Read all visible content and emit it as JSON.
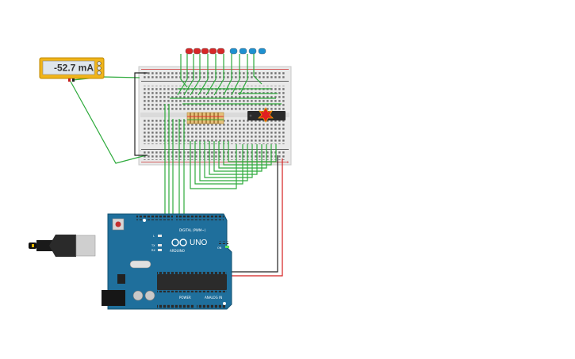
{
  "multimeter": {
    "reading": "-52.7 mA",
    "color": "#f0b41a"
  },
  "arduino": {
    "model": "UNO",
    "brand": "ARDUINO",
    "digital_label": "DIGITAL (PWM~)",
    "power_label": "POWER",
    "analog_label": "ANALOG IN",
    "tx_label": "TX",
    "rx_label": "RX",
    "l_label": "L",
    "on_label": "ON",
    "board_color": "#1f6f9c"
  },
  "breadboard": {
    "plus_symbol": "+",
    "minus_symbol": "-"
  },
  "leds": {
    "colors": [
      "#d62828",
      "#d62828",
      "#d62828",
      "#d62828",
      "#d62828",
      "#1e90d0",
      "#1e90d0",
      "#1e90d0",
      "#1e90d0"
    ]
  },
  "wire_colors": {
    "signal": "#2eaa3c",
    "ground": "#222222",
    "power": "#d41f1f"
  }
}
